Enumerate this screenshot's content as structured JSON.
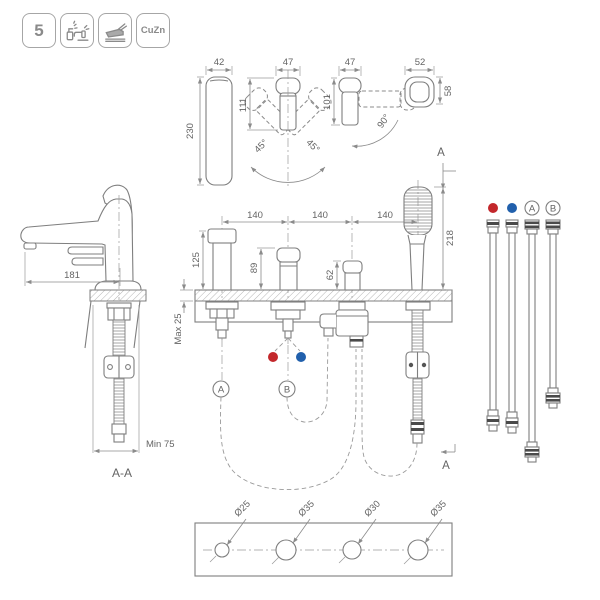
{
  "header": {
    "badges": [
      {
        "label": "5",
        "icon": ""
      },
      {
        "label": "",
        "icon": "cleaning-care-icon"
      },
      {
        "label": "",
        "icon": "faucet-profile-icon"
      },
      {
        "label": "CuZn",
        "icon": ""
      }
    ]
  },
  "colors": {
    "hot": "#c3272b",
    "cold": "#2160ac"
  },
  "top_views": {
    "spout": {
      "width": "42",
      "height": "230"
    },
    "lever": {
      "width": "47",
      "height": "111",
      "swing_left": "45°",
      "swing_right": "45°"
    },
    "diverter_handle": {
      "width": "47",
      "height": "101",
      "swing": "90°"
    },
    "shower_holder": {
      "width": "52",
      "height": "58"
    }
  },
  "section": {
    "marker_top": "A",
    "marker_bottom": "A",
    "label": "A-A"
  },
  "side_view": {
    "spout_reach": "181",
    "min_clearance": "Min 75"
  },
  "front_view": {
    "spacings": [
      "140",
      "140",
      "140"
    ],
    "spout_height": "125",
    "lever_height": "89",
    "diverter_height": "62",
    "shower_height": "218",
    "deck_thickness": "Max 25",
    "hose_a": "A",
    "hose_b": "B"
  },
  "hose_panel": {
    "label_a": "A",
    "label_b": "B"
  },
  "drill_plate": {
    "holes": [
      "Ø25",
      "Ø35",
      "Ø30",
      "Ø35"
    ]
  }
}
